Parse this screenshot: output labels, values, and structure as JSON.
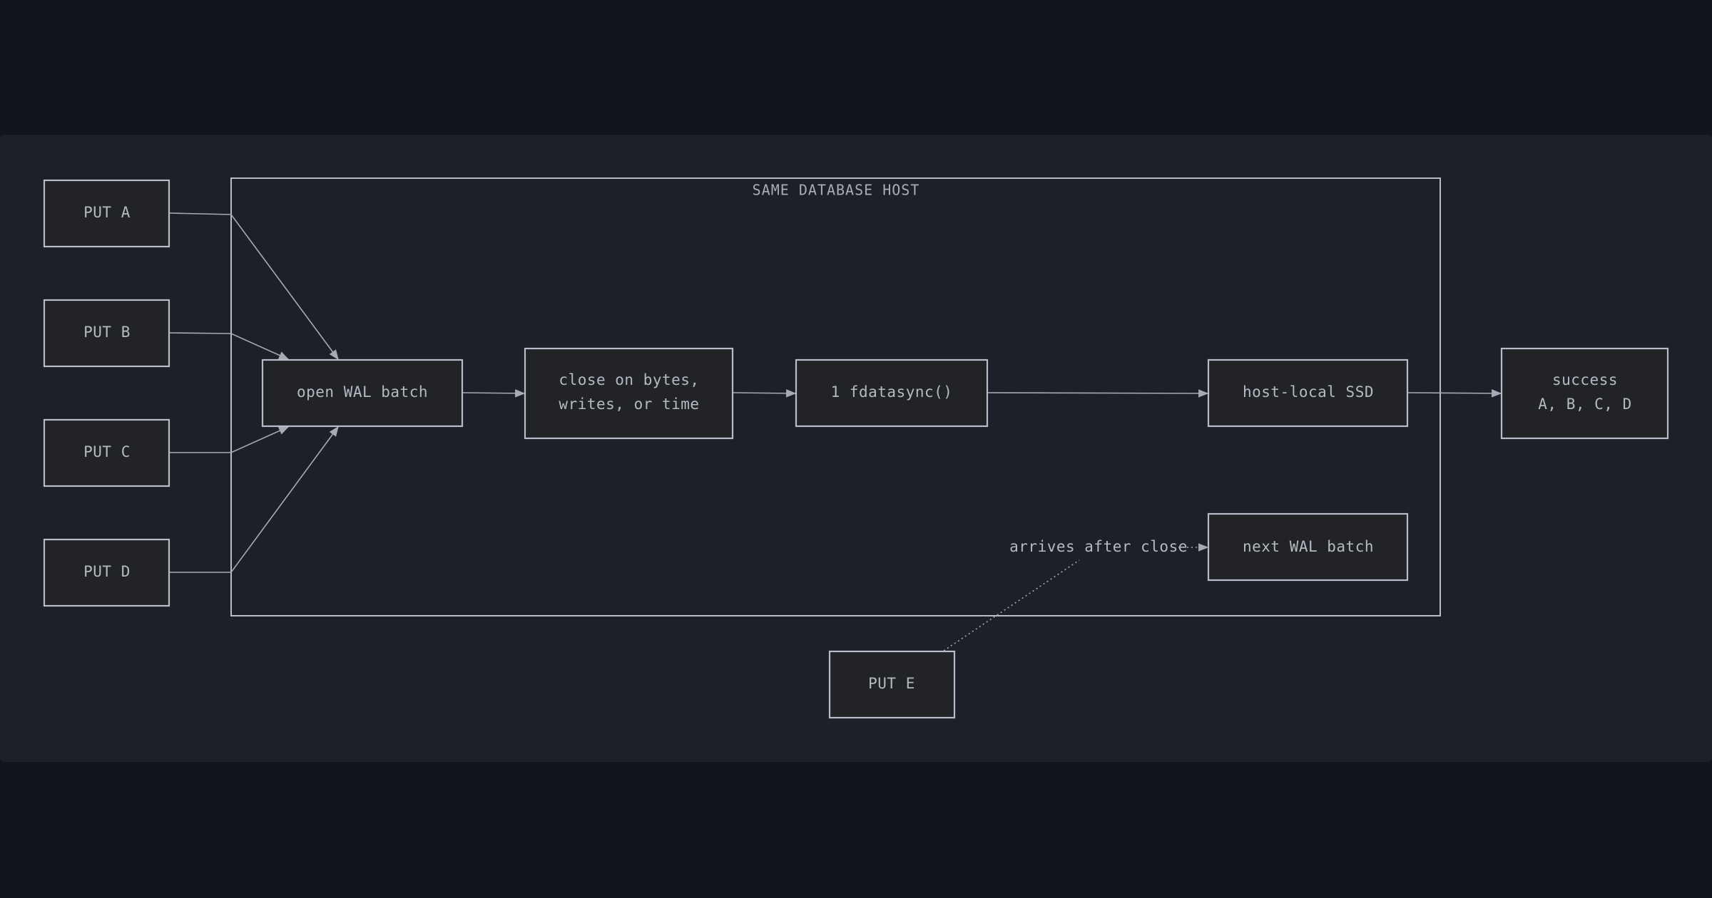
{
  "host": {
    "title": "SAME DATABASE HOST"
  },
  "nodes": {
    "put_a": "PUT A",
    "put_b": "PUT B",
    "put_c": "PUT C",
    "put_d": "PUT D",
    "put_e": "PUT E",
    "open_batch": "open WAL batch",
    "close_batch_line1": "close on bytes,",
    "close_batch_line2": "writes, or time",
    "fdatasync": "1 fdatasync()",
    "ssd": "host-local SSD",
    "next_batch": "next WAL batch",
    "success_line1": "success",
    "success_line2": "A, B, C, D"
  },
  "edges": {
    "late_arrival_label": "arrives after close"
  },
  "colors": {
    "page_background": "#11141b",
    "card_background": "#1d2028",
    "box_fill": "#222327",
    "stroke": "#b8bcc6",
    "text": "#b5b9c3"
  }
}
